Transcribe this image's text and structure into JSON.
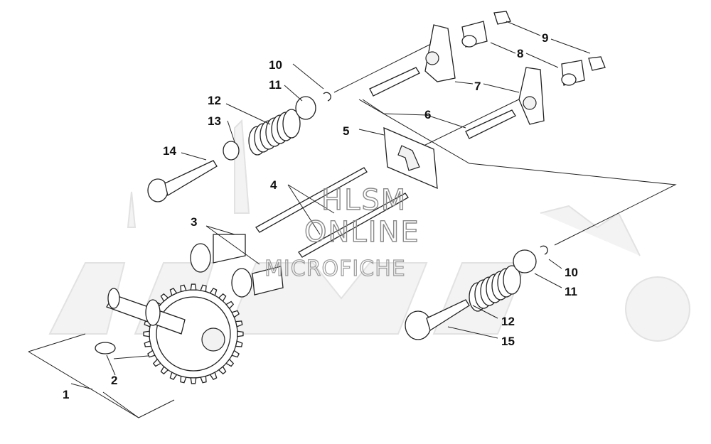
{
  "watermark": {
    "line1": "HLSM",
    "line2": "ONLINE",
    "line3": "MICROFICHE"
  },
  "callouts": [
    {
      "id": "c1",
      "label": "1"
    },
    {
      "id": "c2",
      "label": "2"
    },
    {
      "id": "c3",
      "label": "3"
    },
    {
      "id": "c4",
      "label": "4"
    },
    {
      "id": "c5",
      "label": "5"
    },
    {
      "id": "c6",
      "label": "6"
    },
    {
      "id": "c7",
      "label": "7"
    },
    {
      "id": "c8",
      "label": "8"
    },
    {
      "id": "c9",
      "label": "9"
    },
    {
      "id": "c10a",
      "label": "10"
    },
    {
      "id": "c11a",
      "label": "11"
    },
    {
      "id": "c12a",
      "label": "12"
    },
    {
      "id": "c13",
      "label": "13"
    },
    {
      "id": "c14",
      "label": "14"
    },
    {
      "id": "c10b",
      "label": "10"
    },
    {
      "id": "c11b",
      "label": "11"
    },
    {
      "id": "c12b",
      "label": "12"
    },
    {
      "id": "c15",
      "label": "15"
    }
  ]
}
